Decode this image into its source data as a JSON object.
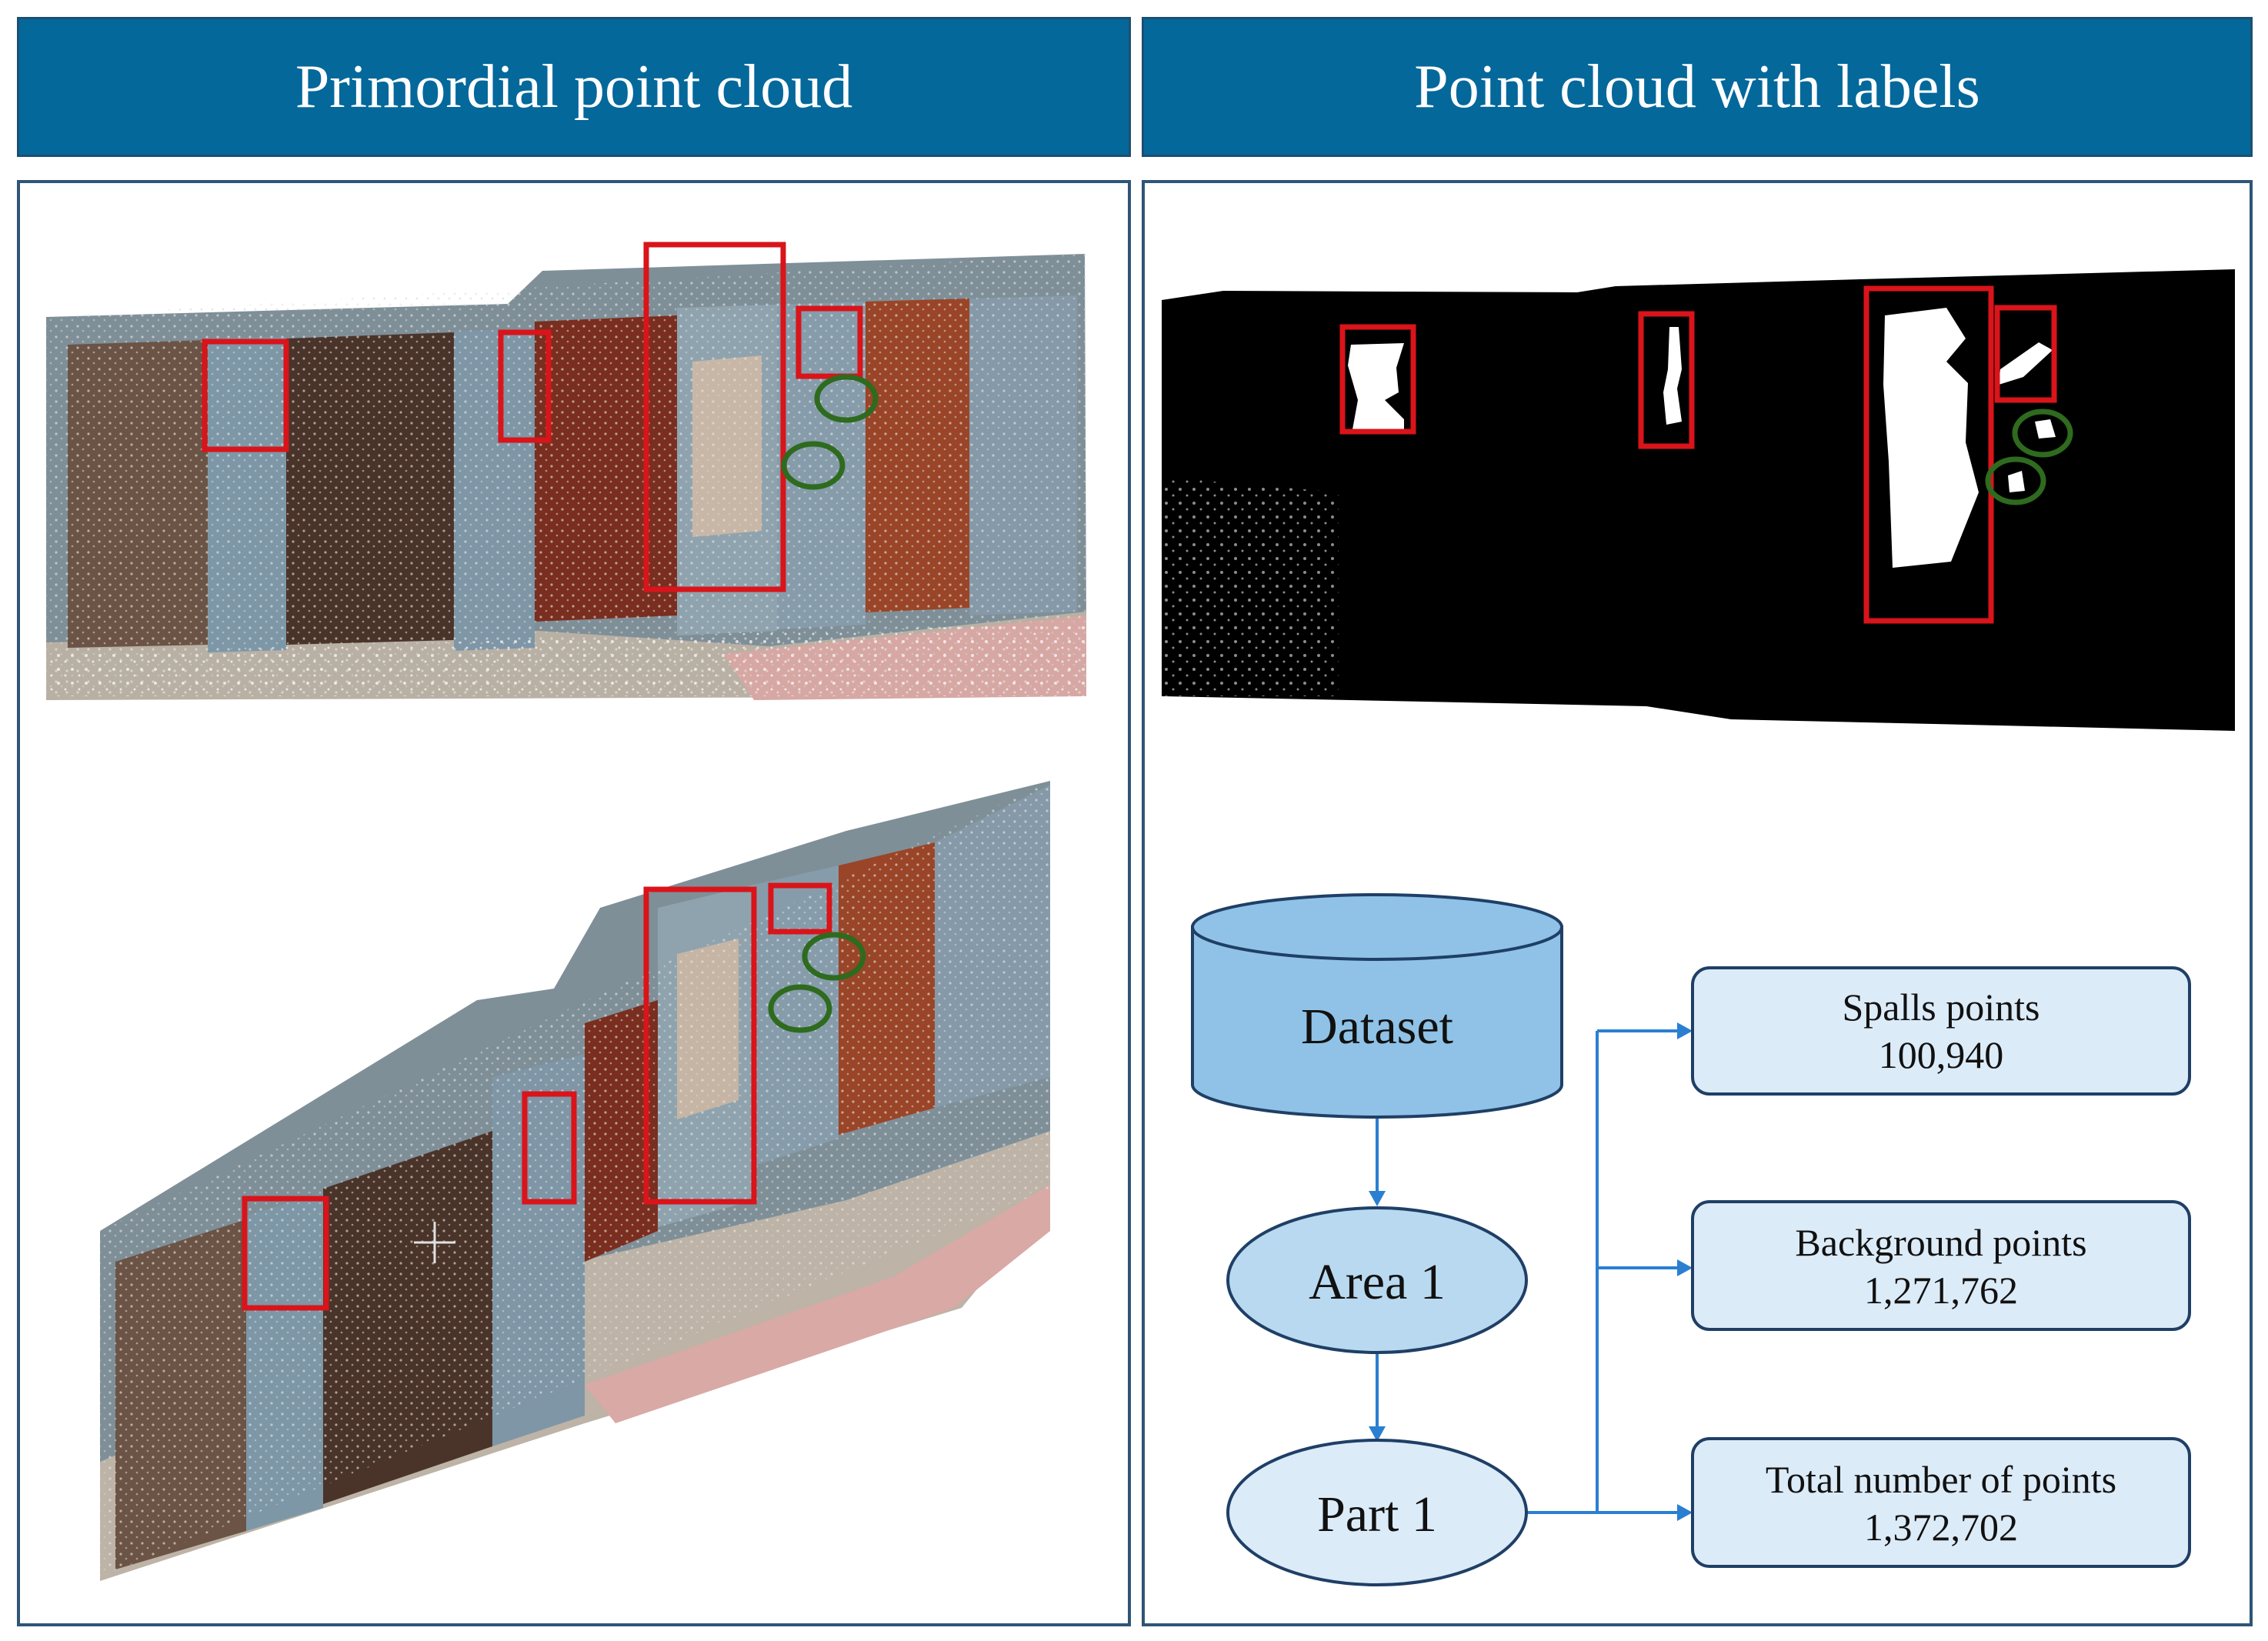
{
  "headers": {
    "left": "Primordial point cloud",
    "right": "Point cloud with labels"
  },
  "flowchart": {
    "dataset": "Dataset",
    "area": "Area 1",
    "part": "Part 1",
    "stats": [
      {
        "label": "Spalls points",
        "value": "100,940"
      },
      {
        "label": "Background points",
        "value": "1,271,762"
      },
      {
        "label": "Total number of points",
        "value": "1,372,702"
      }
    ]
  },
  "colors": {
    "header_bg": "#04689b",
    "damage_box": "#d9141a",
    "damage_circle": "#2e6b1e",
    "cylinder_fill": "#8fc2e6",
    "ellipse_fill": "#b9d9f0",
    "stat_box_fill": "#dcebf8",
    "arrow": "#2b7fd1"
  }
}
